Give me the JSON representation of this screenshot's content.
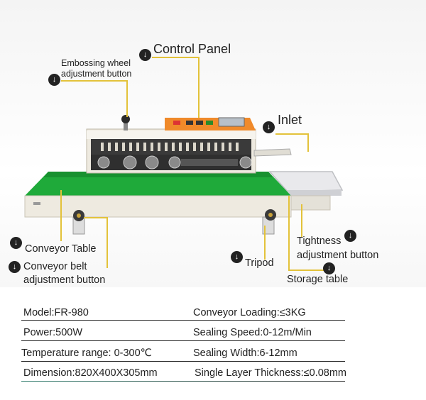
{
  "callouts": {
    "control_panel": "Control Panel",
    "embossing_line1": "Embossing wheel",
    "embossing_line2": "adjustment button",
    "inlet": "Inlet",
    "conveyor_table": "Conveyor Table",
    "conveyor_belt_line1": "Conveyor belt",
    "conveyor_belt_line2": "adjustment button",
    "tripod": "Tripod",
    "tightness_line1": "Tightness",
    "tightness_line2": "adjustment button",
    "storage_table": "Storage table"
  },
  "specs": {
    "model": "Model:FR-980",
    "conveyor_loading": "Conveyor Loading:≤3KG",
    "power": "Power:500W",
    "sealing_speed": "Sealing Speed:0-12m/Min",
    "temperature": "Temperature range: 0-300℃",
    "sealing_width": "Sealing Width:6-12mm",
    "dimension": "Dimension:820X400X305mm",
    "layer_thickness": "Single Layer Thickness:≤0.08mm"
  },
  "colors": {
    "leader": "#e3c23a",
    "belt": "#1faa3a",
    "panel": "#f08a2a"
  }
}
